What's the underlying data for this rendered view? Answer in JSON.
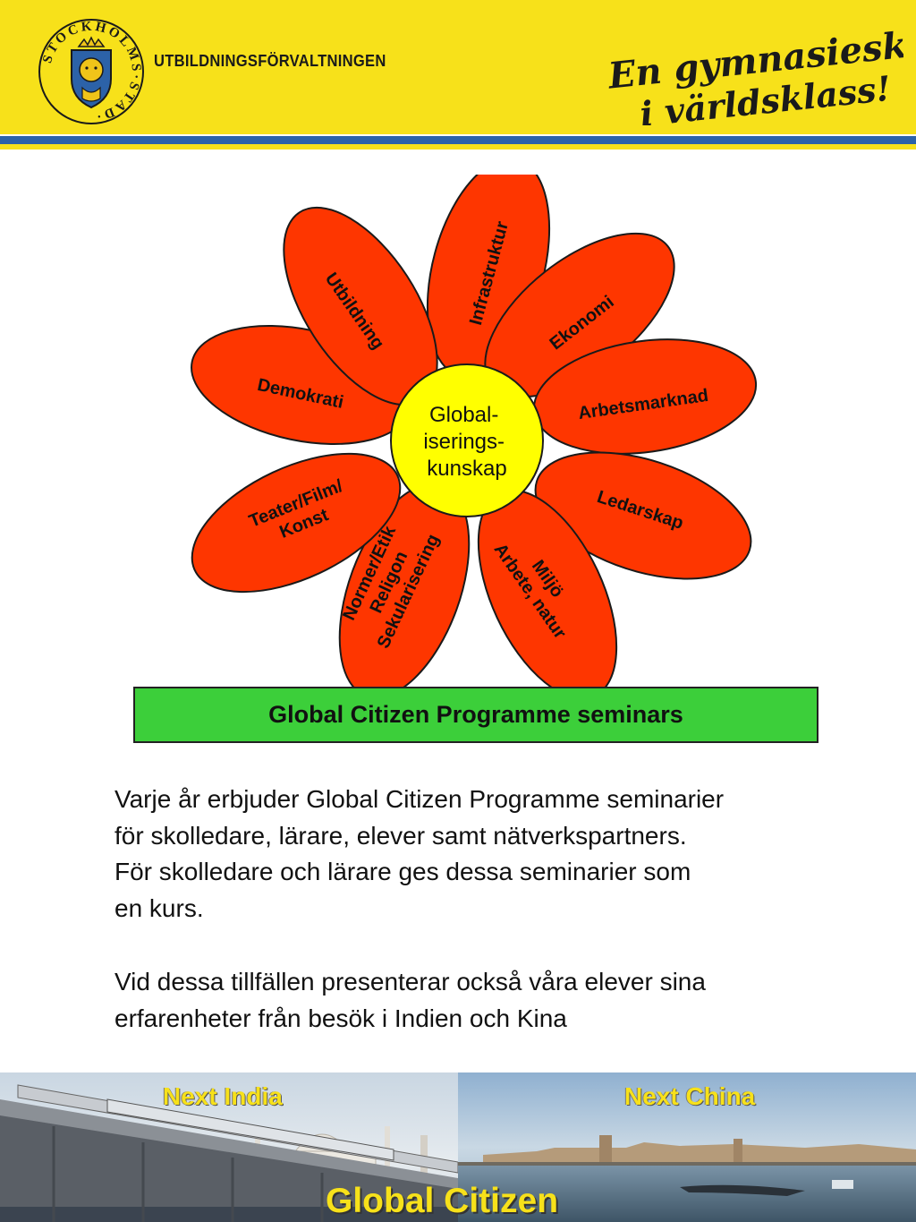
{
  "header": {
    "org_name": "UTBILDNINGSFÖRVALTNINGEN",
    "seal_text": "STOCKHOLMS STAD",
    "slogan_line1": "En gymnasieskola",
    "slogan_line2": "i världsklass!"
  },
  "flower": {
    "center_lines": [
      "Global-",
      "iserings-",
      "kunskap"
    ],
    "petals": [
      {
        "lines": [
          "Infrastruktur"
        ]
      },
      {
        "lines": [
          "Ekonomi"
        ]
      },
      {
        "lines": [
          "Arbetsmarknad"
        ]
      },
      {
        "lines": [
          "Ledarskap"
        ]
      },
      {
        "lines": [
          "Miljö",
          "Arbete, natur"
        ]
      },
      {
        "lines": [
          "Normer/Etik",
          "Religon",
          "Sekularisering"
        ]
      },
      {
        "lines": [
          "Teater/Film/",
          "Konst"
        ]
      },
      {
        "lines": [
          "Demokrati"
        ]
      },
      {
        "lines": [
          "Utbildning"
        ]
      }
    ],
    "colors": {
      "petal": "#fe3600",
      "center": "#ffff00",
      "outline": "#1a1a1a"
    }
  },
  "banner": {
    "title": "Global Citizen Programme seminars"
  },
  "body": {
    "paragraph1_lines": [
      "Varje år erbjuder Global Citizen Programme seminarier",
      "för skolledare, lärare, elever samt  nätverkspartners.",
      "För skolledare och lärare ges dessa seminarier som",
      "en kurs."
    ],
    "paragraph2_lines": [
      "Vid dessa tillfällen presenterar också våra elever sina",
      "erfarenheter från besök i Indien och Kina"
    ]
  },
  "footer": {
    "next_india": "Next  India",
    "next_china": "Next  China",
    "title": "Global Citizen"
  },
  "colors": {
    "header_yellow": "#f7e11a",
    "header_blue": "#2c62a8",
    "banner_green": "#3ccf3a"
  }
}
